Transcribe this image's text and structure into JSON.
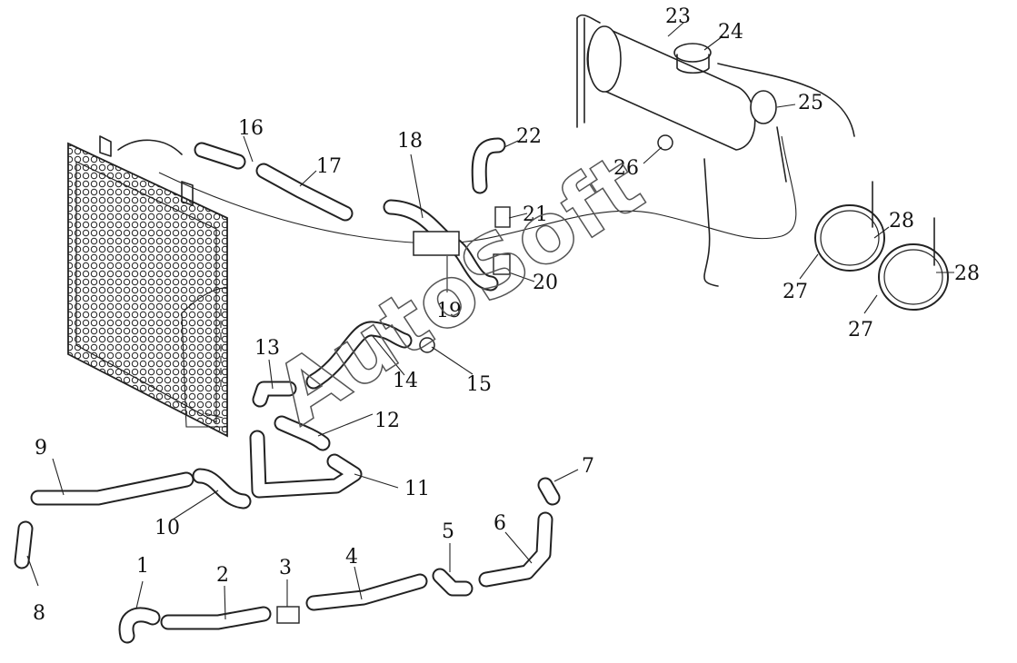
{
  "watermark": "AutoSoft",
  "part_labels": [
    {
      "id": "1",
      "text": "1"
    },
    {
      "id": "2",
      "text": "2"
    },
    {
      "id": "3",
      "text": "3"
    },
    {
      "id": "4",
      "text": "4"
    },
    {
      "id": "5",
      "text": "5"
    },
    {
      "id": "6",
      "text": "6"
    },
    {
      "id": "7",
      "text": "7"
    },
    {
      "id": "8",
      "text": "8"
    },
    {
      "id": "9",
      "text": "9"
    },
    {
      "id": "10",
      "text": "10"
    },
    {
      "id": "11",
      "text": "11"
    },
    {
      "id": "12",
      "text": "12"
    },
    {
      "id": "13",
      "text": "13"
    },
    {
      "id": "14",
      "text": "14"
    },
    {
      "id": "15",
      "text": "15"
    },
    {
      "id": "16",
      "text": "16"
    },
    {
      "id": "17",
      "text": "17"
    },
    {
      "id": "18",
      "text": "18"
    },
    {
      "id": "19a",
      "text": "19"
    },
    {
      "id": "19b",
      "text": "19"
    },
    {
      "id": "20",
      "text": "20"
    },
    {
      "id": "21",
      "text": "21"
    },
    {
      "id": "22",
      "text": "22"
    },
    {
      "id": "23",
      "text": "23"
    },
    {
      "id": "24",
      "text": "24"
    },
    {
      "id": "25",
      "text": "25"
    },
    {
      "id": "26",
      "text": "26"
    },
    {
      "id": "27a",
      "text": "27"
    },
    {
      "id": "27b",
      "text": "27"
    },
    {
      "id": "28a",
      "text": "28"
    },
    {
      "id": "28b",
      "text": "28"
    }
  ]
}
